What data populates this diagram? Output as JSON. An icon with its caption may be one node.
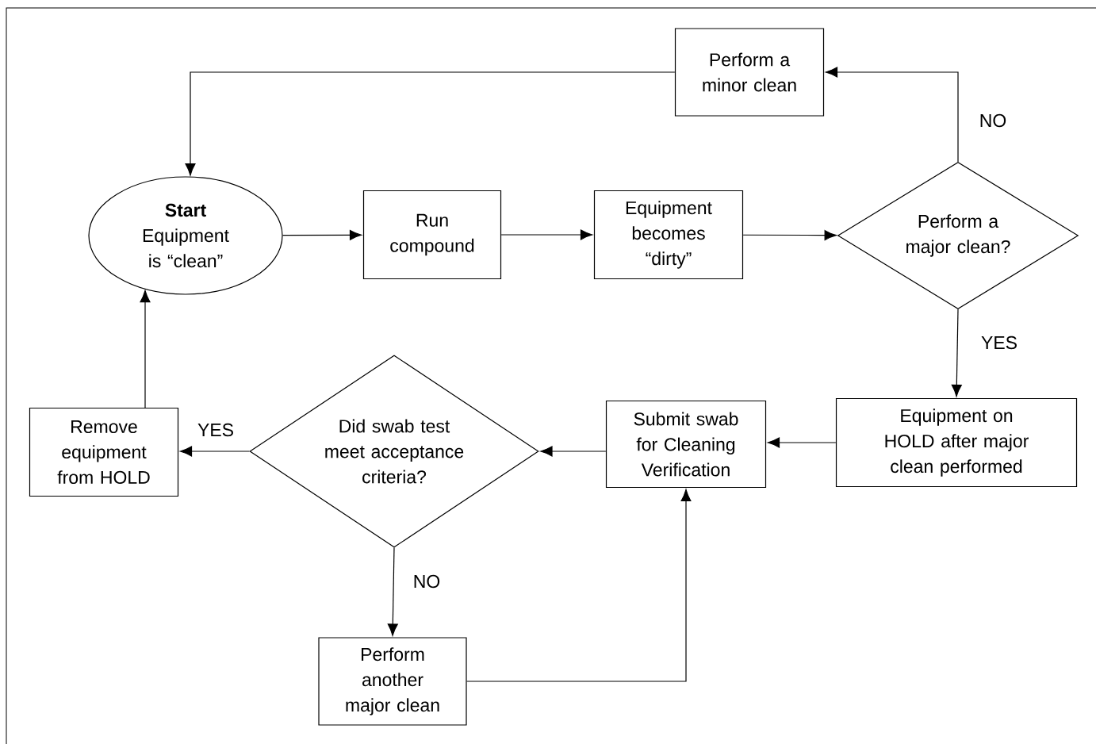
{
  "diagram": {
    "nodes": [
      {
        "text": [
          "Start",
          "Equipment is “clean”"
        ]
      },
      {
        "text": [
          "Run compound"
        ]
      },
      {
        "text": [
          "Equipment becomes “dirty”"
        ]
      },
      {
        "text": [
          "Perform a major clean?"
        ]
      },
      {
        "text": [
          "Perform a minor clean"
        ]
      },
      {
        "text": [
          "Equipment on HOLD after major clean performed"
        ]
      },
      {
        "text": [
          "Submit swab for Cleaning Verification"
        ]
      },
      {
        "text": [
          "Did swab test meet acceptance criteria?"
        ]
      },
      {
        "text": [
          "Remove equipment from HOLD"
        ]
      },
      {
        "text": [
          "Perform another major clean"
        ]
      }
    ],
    "edges": [
      {
        "from": 0,
        "to": 1,
        "arrow": "to"
      },
      {
        "from": 1,
        "to": 2,
        "arrow": "to"
      },
      {
        "from": 2,
        "to": 3,
        "arrow": "to"
      },
      {
        "from": 3,
        "to": 4,
        "arrow": "to",
        "label": "NO"
      },
      {
        "from": 4,
        "to": 0,
        "arrow": "to"
      },
      {
        "from": 3,
        "to": 5,
        "arrow": "to",
        "label": "YES"
      },
      {
        "from": 5,
        "to": 6,
        "arrow": "to"
      },
      {
        "from": 6,
        "to": 7,
        "arrow": "to"
      },
      {
        "from": 7,
        "to": 8,
        "arrow": "to",
        "label": "YES"
      },
      {
        "from": 7,
        "to": 9,
        "arrow": "to",
        "label": "NO"
      },
      {
        "from": 9,
        "to": 6,
        "arrow": "to"
      },
      {
        "from": 8,
        "to": 0,
        "arrow": "to"
      }
    ]
  }
}
